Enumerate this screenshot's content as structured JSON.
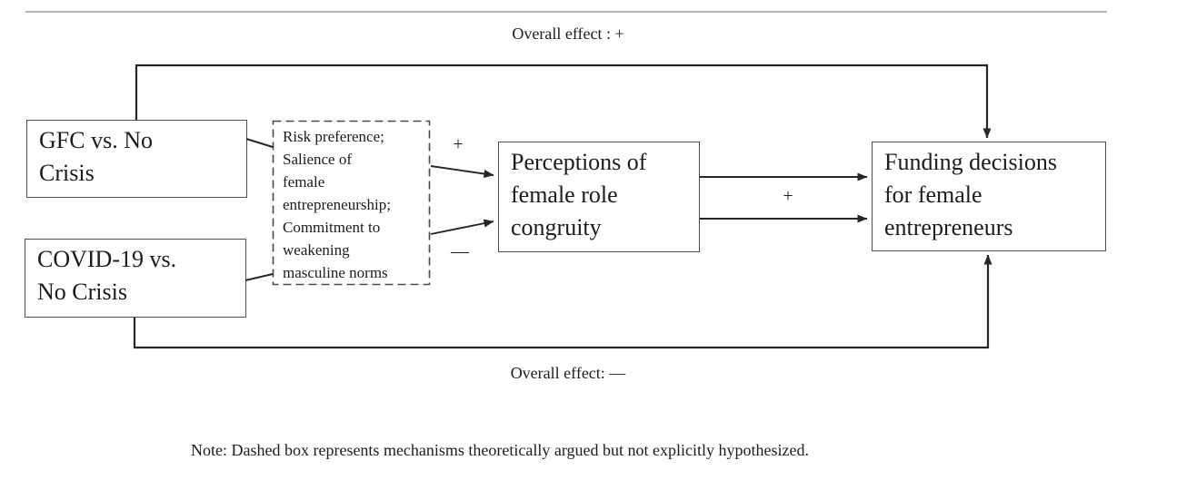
{
  "labels": {
    "overall_top": "Overall effect : +",
    "overall_bottom": "Overall effect: —",
    "path_upper_sign": "+",
    "path_lower_sign": "—",
    "path_mid_sign": "+"
  },
  "boxes": {
    "gfc": {
      "lines": [
        "GFC vs. No",
        "Crisis"
      ]
    },
    "covid": {
      "lines": [
        "COVID-19 vs.",
        "No Crisis"
      ]
    },
    "mechanisms": {
      "lines": [
        "Risk preference;",
        "Salience of",
        "female",
        "entrepreneurship;",
        "Commitment to",
        "weakening",
        "masculine norms"
      ]
    },
    "perceptions": {
      "lines": [
        "Perceptions of",
        "female role",
        "congruity"
      ]
    },
    "funding": {
      "lines": [
        "Funding decisions",
        "for female",
        "entrepreneurs"
      ]
    }
  },
  "note": "Note: Dashed box represents mechanisms theoretically argued but not explicitly hypothesized."
}
